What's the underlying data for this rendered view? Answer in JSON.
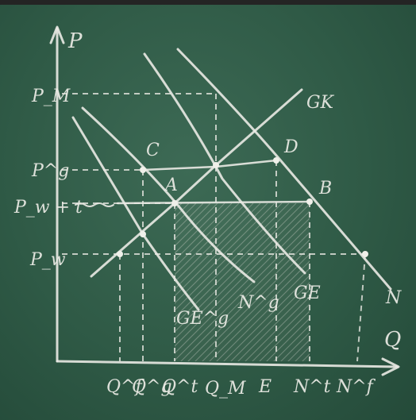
{
  "axes": {
    "y_label": "P",
    "x_label": "Q"
  },
  "price_labels": [
    "P_M",
    "P^g",
    "P_w + t",
    "P_w"
  ],
  "quantity_labels": [
    "Q^f",
    "Q^g",
    "Q^t",
    "Q_M",
    "E",
    "N^t",
    "N^f"
  ],
  "curve_labels": [
    "GK",
    "GE^g",
    "N^g",
    "GE",
    "N"
  ],
  "point_labels": [
    "C",
    "A",
    "D",
    "B"
  ],
  "colors": {
    "board": "#2f5a46",
    "chalk": "#eaeae4"
  }
}
